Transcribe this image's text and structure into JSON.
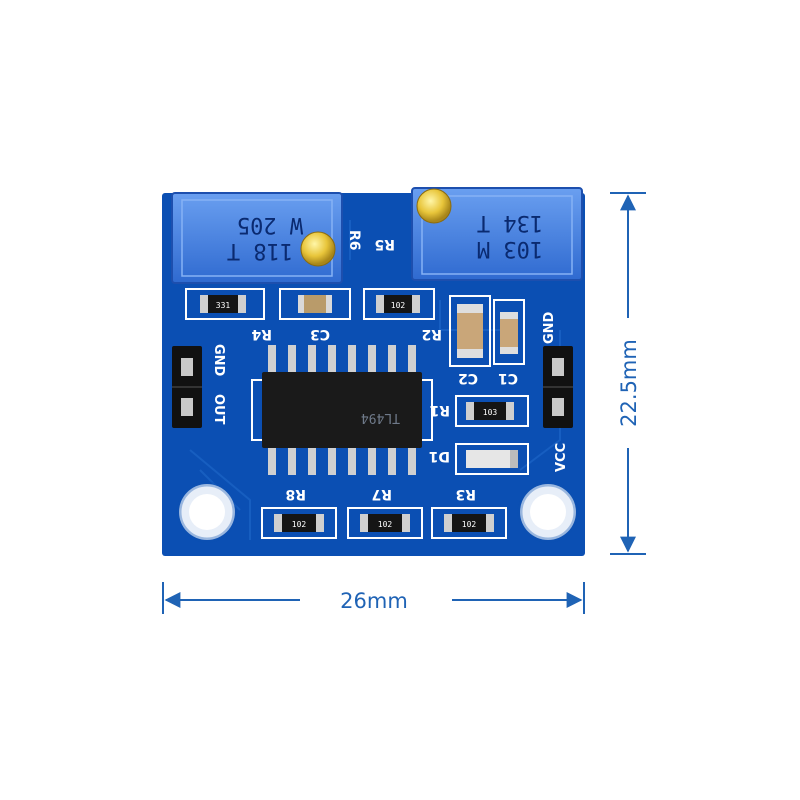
{
  "board": {
    "trimmer_left": {
      "line1": "118 T",
      "line2": "W 205"
    },
    "trimmer_right": {
      "line1": "103 M",
      "line2": "134 T"
    },
    "designators": {
      "r6": "R6",
      "r5": "R5",
      "r4": "R4",
      "c3": "C3",
      "r2": "R2",
      "c2": "C2",
      "c1": "C1",
      "r1": "R1",
      "d1": "D1",
      "r8": "R8",
      "r7": "R7",
      "r3": "R3"
    },
    "smd_codes": {
      "r4": "331",
      "r2": "102",
      "r1": "103",
      "r8": "102",
      "r7": "102",
      "r3": "102"
    },
    "ic_marking": "TL494",
    "headers": {
      "left_gnd": "GND",
      "left_out": "OUT",
      "right_gnd": "GND",
      "right_vcc": "VCC"
    }
  },
  "dimensions": {
    "width_label": "26mm",
    "height_label": "22.5mm"
  },
  "colors": {
    "pcb": "#0b4fb3",
    "trimmer": "#3f7ee0",
    "dimension_lines": "#1f63b5",
    "silkscreen": "#ffffff"
  }
}
